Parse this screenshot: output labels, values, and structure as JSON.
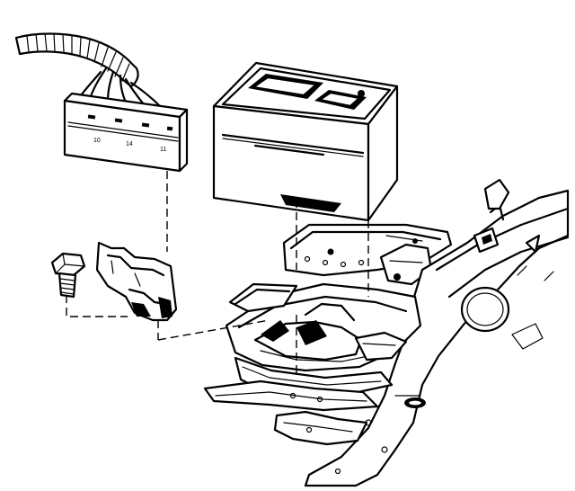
{
  "diagram": {
    "connector_labels": [
      "10",
      "14",
      "11"
    ]
  }
}
